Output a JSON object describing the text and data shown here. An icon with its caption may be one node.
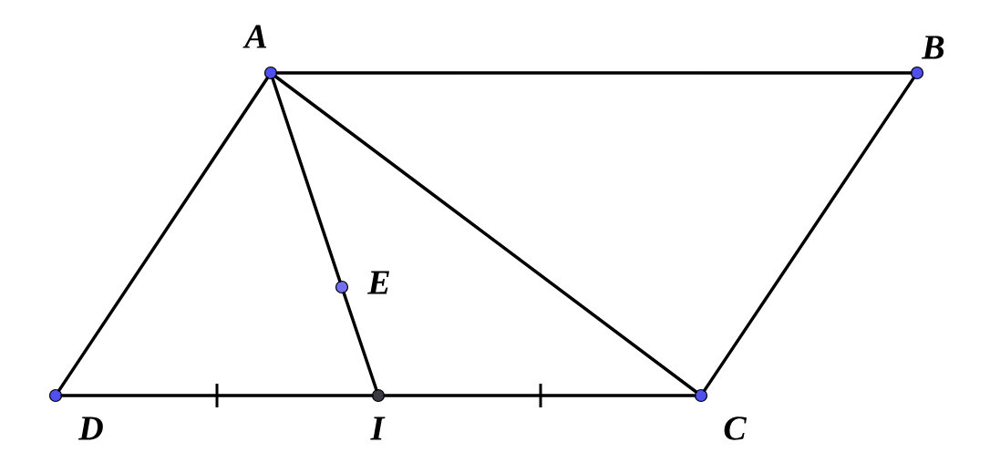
{
  "diagram": {
    "nodes": [
      {
        "text": [],
        "shape": "circle",
        "beside": [
          "A"
        ]
      },
      {
        "text": [],
        "shape": "circle",
        "beside": [
          "B"
        ]
      },
      {
        "text": [],
        "shape": "circle",
        "beside": [
          "C"
        ]
      },
      {
        "text": [],
        "shape": "circle",
        "beside": [
          "D"
        ]
      },
      {
        "text": [],
        "shape": "circle",
        "beside": [
          "E"
        ]
      },
      {
        "text": [],
        "shape": "circle",
        "beside": [
          "I"
        ]
      }
    ],
    "edges": [
      {
        "from": 0,
        "to": 1,
        "arrow": "none"
      },
      {
        "from": 1,
        "to": 2,
        "arrow": "none"
      },
      {
        "from": 3,
        "to": 0,
        "arrow": "none"
      },
      {
        "from": 0,
        "to": 2,
        "arrow": "none"
      },
      {
        "from": 0,
        "to": 4,
        "arrow": "none"
      },
      {
        "from": 4,
        "to": 5,
        "arrow": "none"
      },
      {
        "from": 3,
        "to": 5,
        "arrow": "none"
      },
      {
        "from": 5,
        "to": 2,
        "arrow": "none"
      }
    ]
  }
}
